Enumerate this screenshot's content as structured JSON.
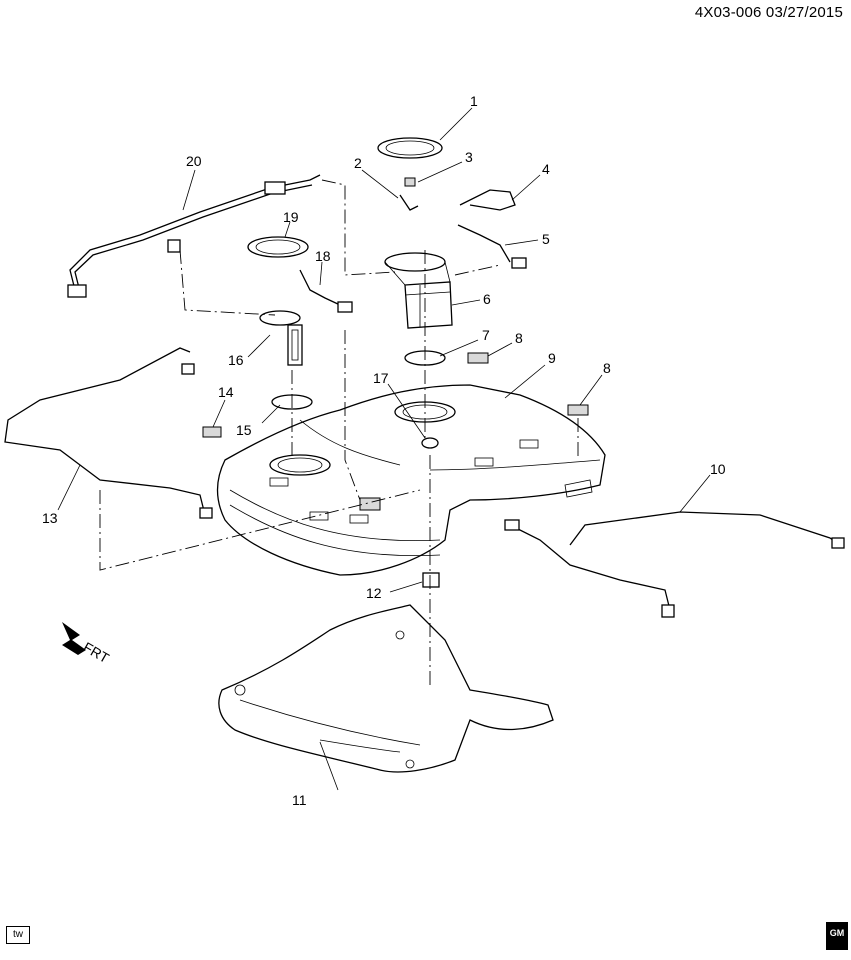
{
  "header": {
    "code": "4X03-006 03/27/2015"
  },
  "callouts": [
    "1",
    "2",
    "3",
    "4",
    "5",
    "6",
    "7",
    "8",
    "8",
    "9",
    "10",
    "11",
    "12",
    "13",
    "14",
    "15",
    "16",
    "17",
    "18",
    "19",
    "20"
  ],
  "front_arrow": {
    "label": "FRT"
  },
  "footer": {
    "left_badge": "tw",
    "right_badge": "GM"
  }
}
